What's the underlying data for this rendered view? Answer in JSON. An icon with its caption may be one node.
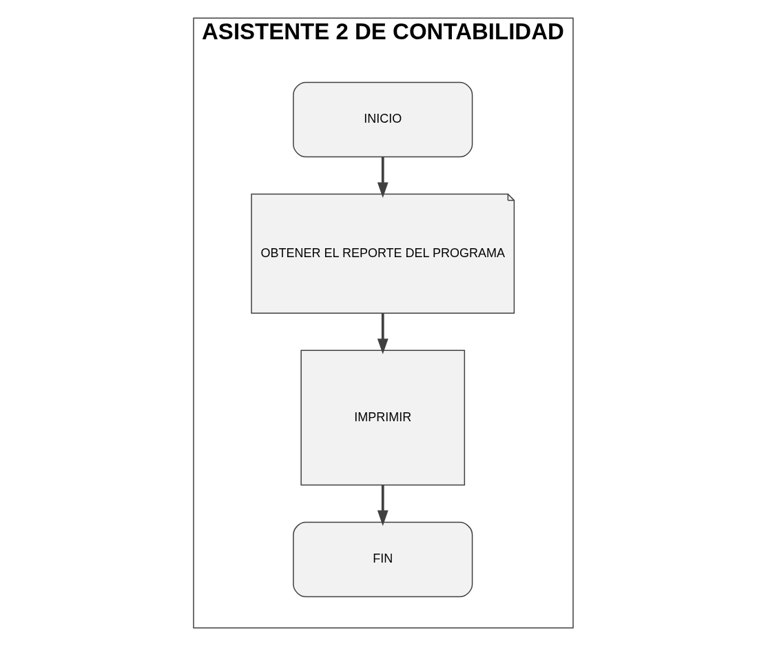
{
  "diagram": {
    "nodes": [
      {
        "text": [
          "ASISTENTE 2 DE CONTABILIDAD"
        ]
      },
      {
        "text": [
          "INICIO"
        ],
        "in": 0
      },
      {
        "text": [
          "OBTENER EL REPORTE DEL PROGRAMA"
        ],
        "in": 0
      },
      {
        "text": [
          "IMPRIMIR"
        ],
        "in": 0
      },
      {
        "text": [
          "FIN"
        ],
        "in": 0
      }
    ],
    "edges": [
      {
        "from": 1,
        "to": 2,
        "arrow": "to"
      },
      {
        "from": 2,
        "to": 3,
        "arrow": "to"
      },
      {
        "from": 3,
        "to": 4,
        "arrow": "to"
      }
    ]
  }
}
